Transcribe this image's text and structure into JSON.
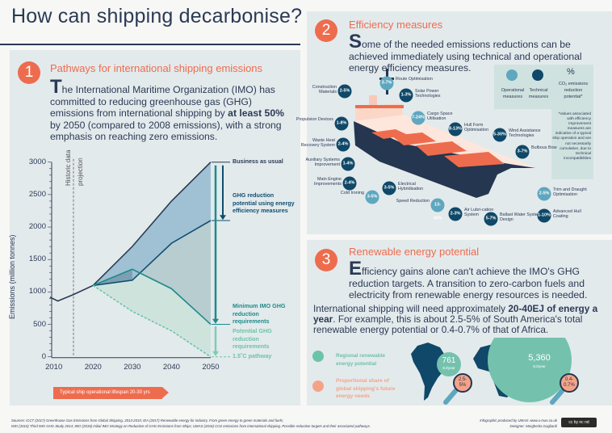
{
  "title": "How can shipping decarbonise?",
  "section1": {
    "number": "1",
    "heading": "Pathways for international shipping emissions",
    "para_first": "T",
    "para_a": "he International Maritime Organization (IMO) has committed to reducing greenhouse gas (GHG) emissions from international shipping by ",
    "para_bold": "at least 50%",
    "para_b": " by 2050 (compared to 2008 emissions), with a strong emphasis on reaching zero emissions.",
    "historic_label": "Historic data",
    "projection_label": "projection",
    "annotations": {
      "bau": "Business as usual",
      "efficiency": "GHG reduction potential using energy efficiency measures",
      "imo": "Minimum IMO GHG reduction requirements",
      "potential": "Potential GHG reduction requirements",
      "pathway": "1.5˚C pathway"
    },
    "lifespan": "Typical ship operational lifespan 20-30 yrs"
  },
  "chart_data": {
    "type": "line",
    "ylabel": "Emissions (million tonnes)",
    "xlabel": "",
    "xlim": [
      2009,
      2050
    ],
    "ylim": [
      0,
      3000
    ],
    "xticks": [
      "2010",
      "2020",
      "2030",
      "2040",
      "2050"
    ],
    "yticks": [
      "0",
      "500",
      "1000",
      "1500",
      "2000",
      "2500",
      "3000"
    ],
    "series": [
      {
        "name": "Business as usual",
        "x": [
          2009,
          2011,
          2015,
          2020,
          2030,
          2040,
          2050
        ],
        "values": [
          920,
          860,
          960,
          1100,
          1700,
          2400,
          3000
        ],
        "color": "#2b3a55"
      },
      {
        "name": "Energy efficiency measures",
        "x": [
          2020,
          2030,
          2040,
          2050
        ],
        "values": [
          1100,
          1180,
          1750,
          2100
        ],
        "color": "#0f4e70"
      },
      {
        "name": "Minimum IMO GHG reduction requirements",
        "x": [
          2020,
          2030,
          2040,
          2050
        ],
        "values": [
          1100,
          1350,
          1050,
          500
        ],
        "color": "#1f8a8a"
      },
      {
        "name": "1.5˚C pathway",
        "x": [
          2020,
          2030,
          2040,
          2050
        ],
        "values": [
          1100,
          700,
          400,
          0
        ],
        "color": "#6cc3a8",
        "dashed": true
      }
    ]
  },
  "section2": {
    "number": "2",
    "heading": "Efficiency measures",
    "para_first": "S",
    "para": "ome of the needed emissions reductions can be achieved immediately using technical and operational energy efficiency measures.",
    "legend": {
      "operational": "Operational measures",
      "technical": "Technical measures",
      "pct_symbol": "%",
      "pct": "CO₂ emissions reduction potential*"
    },
    "note": "*Values associated with efficiency improvement measures are indicative of a typical ship operation and are not necessarily cumulative, due to technical incompatibilities",
    "measures": [
      {
        "label": "Route Optimisation",
        "value": "3-7%",
        "type": "op"
      },
      {
        "label": "Construction Materials",
        "value": "2-5%",
        "type": "te"
      },
      {
        "label": "Solar Power Technologies",
        "value": "1-3%",
        "type": "te"
      },
      {
        "label": "Cargo Space Utilisation",
        "value": "7-24%",
        "type": "op"
      },
      {
        "label": "Propulsion Devices",
        "value": "1-8%",
        "type": "te"
      },
      {
        "label": "Hull Form Optimisation",
        "value": "8-13%",
        "type": "te"
      },
      {
        "label": "Wind Assistance Technologies",
        "value": "5-30%",
        "type": "te"
      },
      {
        "label": "Waste Heat Recovery System",
        "value": "2-4%",
        "type": "te"
      },
      {
        "label": "Bulbous Bow",
        "value": "3-7%",
        "type": "te"
      },
      {
        "label": "Auxiliary Systems Improvement",
        "value": "1-4%",
        "type": "te"
      },
      {
        "label": "Main Engine Improvements",
        "value": "2-4%",
        "type": "te"
      },
      {
        "label": "Electrical Hybridisation",
        "value": "3-5%",
        "type": "te"
      },
      {
        "label": "Cold Ironing",
        "value": "3-5%",
        "type": "op"
      },
      {
        "label": "Speed Reduction",
        "value": "13-34%",
        "type": "op"
      },
      {
        "label": "Air Lubri-cation System",
        "value": "2-3%",
        "type": "te"
      },
      {
        "label": "Ballast Water System Design",
        "value": "5-7%",
        "type": "te"
      },
      {
        "label": "Trim and Draught Optimisation",
        "value": "2-5%",
        "type": "op"
      },
      {
        "label": "Advanced Hull Coating",
        "value": "1-10%",
        "type": "te"
      }
    ]
  },
  "section3": {
    "number": "3",
    "heading": "Renewable energy potential",
    "para_first": "E",
    "para": "fficiency gains alone can't achieve the IMO's GHG reduction targets. A transition to zero-carbon fuels and electricity from renewable energy resources is needed.",
    "text_a": "International shipping will need approximately ",
    "text_bold": "20-40EJ of energy a year",
    "text_b": ". For example, this is about 2.5-5% of South America's total renewable energy potential or 0.4-0.7% of that of Africa.",
    "legend_regional": "Regional renewable energy potential",
    "legend_share": "Proportional share of global shipping's future energy needs",
    "south_america": {
      "value": "761",
      "unit": "EJ/year",
      "share": "2.5-5%"
    },
    "africa": {
      "value": "5,360",
      "unit": "EJ/year",
      "share": "0.4-0.7%"
    }
  },
  "footer": {
    "sources1": "Sources: ICCT (2017) Greenhouse Gas Emissions from Global Shipping, 2013-2015; IEA (2017) Renewable energy for industry. From green energy to green materials and fuels;",
    "sources2": "IMO (2015) Third IMO GHG Study 2014; IMO (2018) Initial IMO Strategy on Reduction of GHG Emissions from Ships; UMAS (2016) CO2 emissions from international shipping. Possible reduction targets and their associated pathways.",
    "credit1": "Infographic produced by UMAS: www.u-mas.co.uk",
    "credit2": "Designer: Margherita Gagliardi",
    "license": "cc by nc nd"
  },
  "colors": {
    "orange": "#ee6c4e",
    "navy": "#2b3a55",
    "teal": "#6cc3a8",
    "operational": "#5ea7bf",
    "technical": "#0f4868"
  }
}
